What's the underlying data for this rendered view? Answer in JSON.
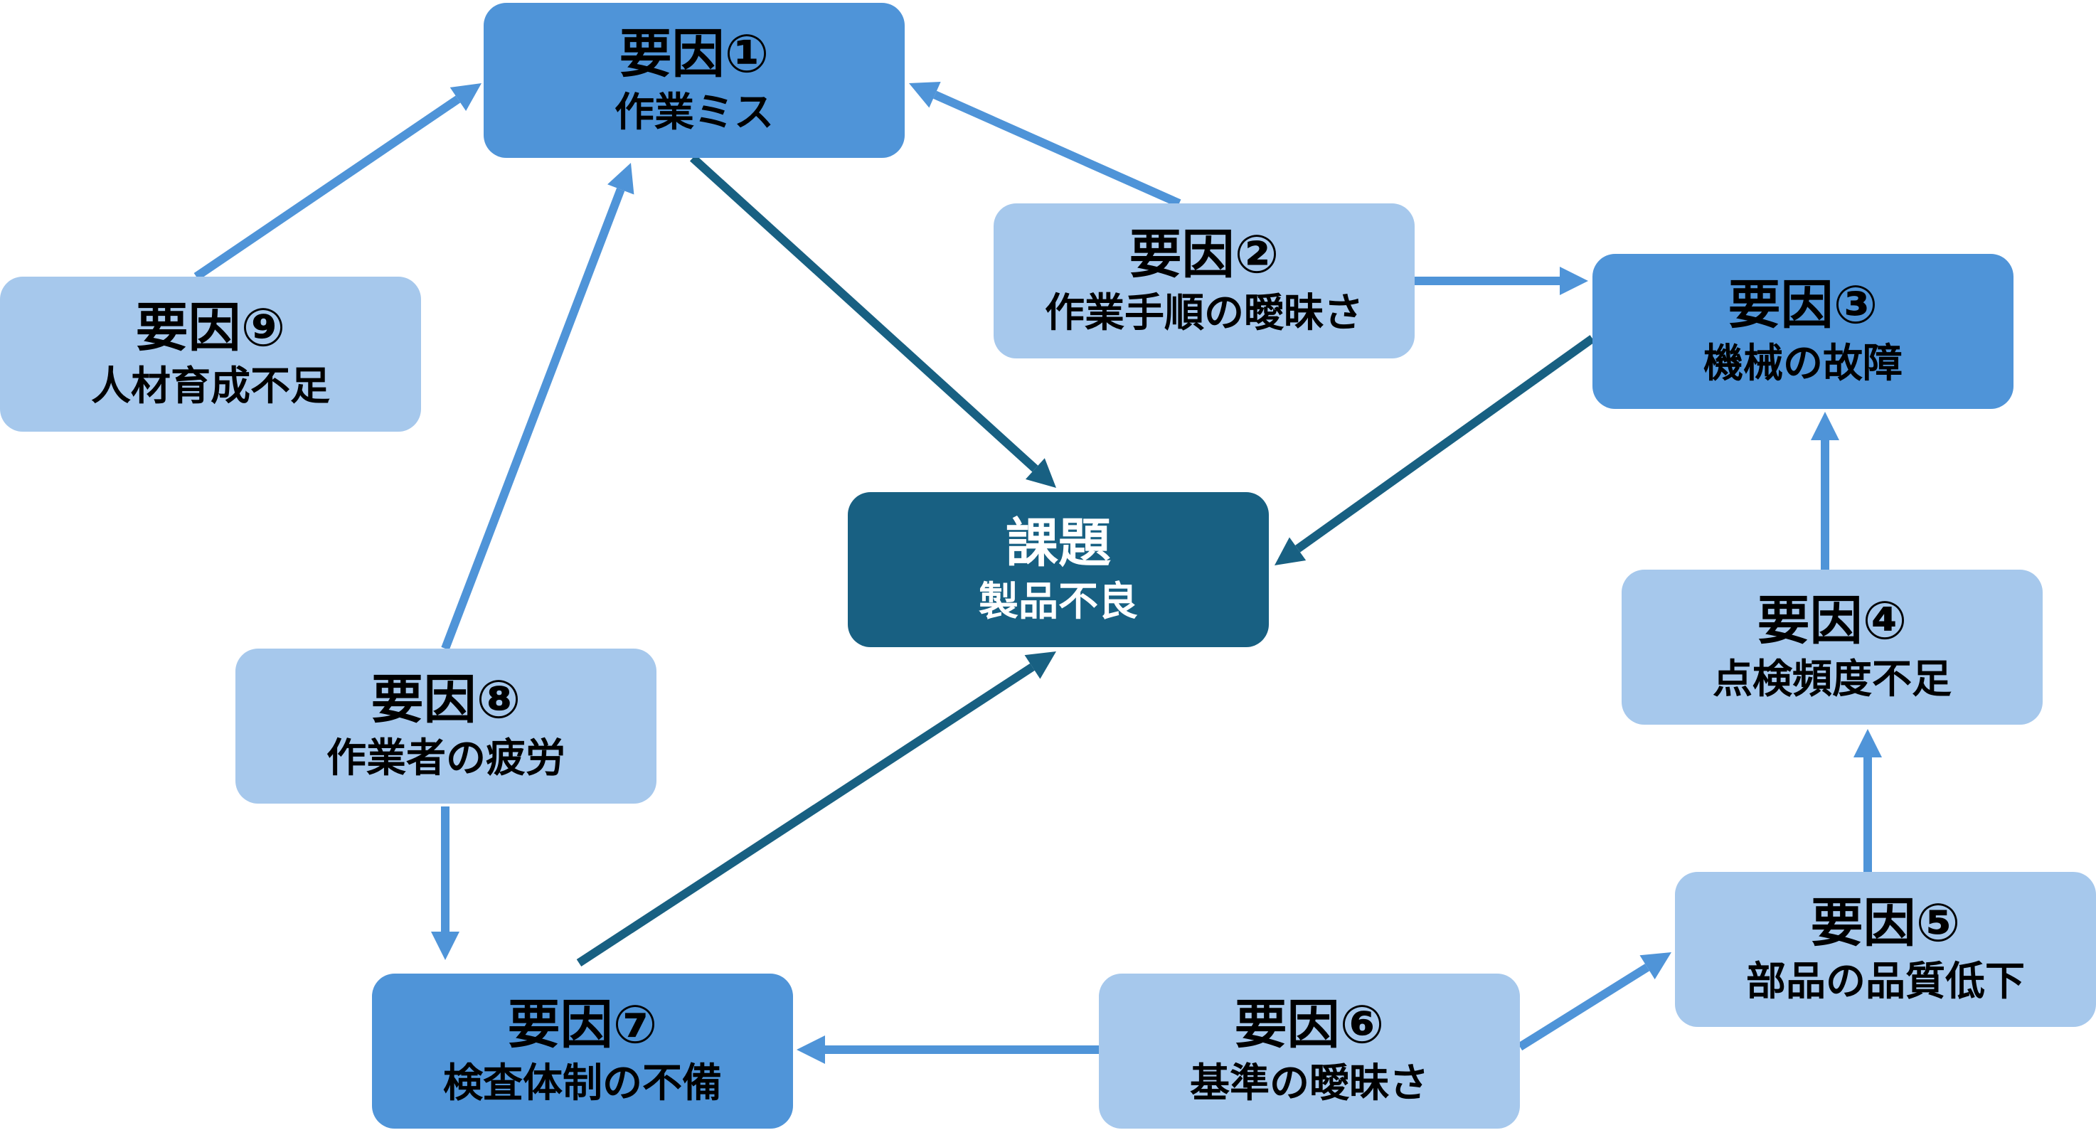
{
  "colors": {
    "primary": "#4f94d8",
    "secondary": "#a6c8ec",
    "issue": "#186082",
    "arrow_light": "#4f94d8",
    "arrow_dark": "#186082"
  },
  "nodes": {
    "issue": {
      "title": "課題",
      "label": "製品不良"
    },
    "f1": {
      "title": "要因①",
      "label": "作業ミス"
    },
    "f2": {
      "title": "要因②",
      "label": "作業手順の曖昧さ"
    },
    "f3": {
      "title": "要因③",
      "label": "機械の故障"
    },
    "f4": {
      "title": "要因④",
      "label": "点検頻度不足"
    },
    "f5": {
      "title": "要因⑤",
      "label": "部品の品質低下"
    },
    "f6": {
      "title": "要因⑥",
      "label": "基準の曖昧さ"
    },
    "f7": {
      "title": "要因⑦",
      "label": "検査体制の不備"
    },
    "f8": {
      "title": "要因⑧",
      "label": "作業者の疲労"
    },
    "f9": {
      "title": "要因⑨",
      "label": "人材育成不足"
    }
  },
  "edges": [
    {
      "from": "f9",
      "to": "f1",
      "style": "light"
    },
    {
      "from": "f2",
      "to": "f1",
      "style": "light"
    },
    {
      "from": "f1",
      "to": "issue",
      "style": "dark"
    },
    {
      "from": "f2",
      "to": "f3",
      "style": "light"
    },
    {
      "from": "f3",
      "to": "issue",
      "style": "dark"
    },
    {
      "from": "f4",
      "to": "f3",
      "style": "light"
    },
    {
      "from": "f5",
      "to": "f4",
      "style": "light"
    },
    {
      "from": "f6",
      "to": "f5",
      "style": "light"
    },
    {
      "from": "f6",
      "to": "f7",
      "style": "light"
    },
    {
      "from": "f7",
      "to": "issue",
      "style": "dark"
    },
    {
      "from": "f8",
      "to": "f1",
      "style": "light"
    },
    {
      "from": "f8",
      "to": "f7",
      "style": "light"
    }
  ]
}
